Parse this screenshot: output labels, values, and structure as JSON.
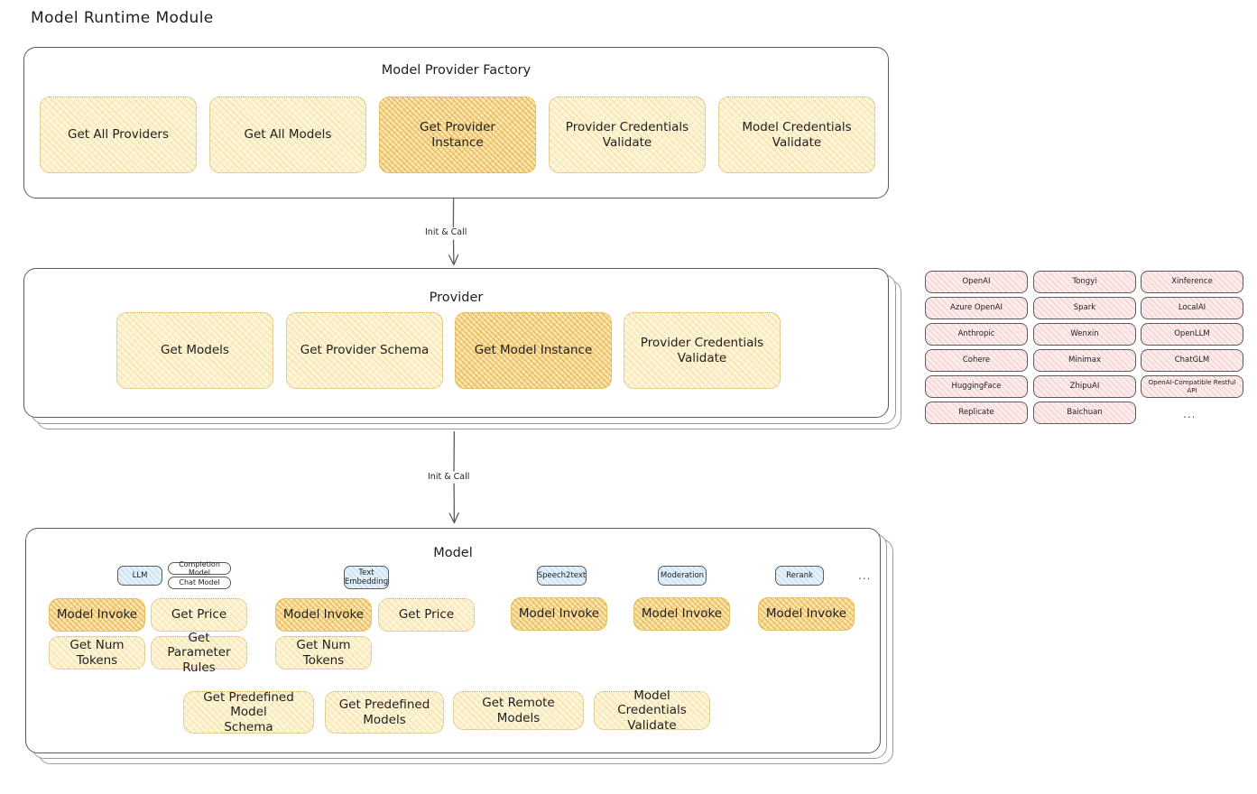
{
  "page": {
    "title": "Model Runtime Module",
    "background": "#ffffff",
    "accent_yellow": "#fdf6dd",
    "accent_yellow_strong": "#fbe6b4",
    "accent_blue": "#e5f1fb",
    "accent_pink": "#fdecec",
    "stroke": "#5b5b5b"
  },
  "factory": {
    "title": "Model Provider Factory",
    "boxes": [
      {
        "label": "Get All Providers",
        "highlighted": false
      },
      {
        "label": "Get All Models",
        "highlighted": false
      },
      {
        "label": "Get Provider\nInstance",
        "highlighted": true
      },
      {
        "label": "Provider Credentials\nValidate",
        "highlighted": false
      },
      {
        "label": "Model Credentials\nValidate",
        "highlighted": false
      }
    ]
  },
  "arrows": [
    {
      "label": "Init & Call",
      "from": "Model Provider Factory",
      "to": "Provider"
    },
    {
      "label": "Init & Call",
      "from": "Provider",
      "to": "Model"
    }
  ],
  "provider": {
    "title": "Provider",
    "boxes": [
      {
        "label": "Get Models",
        "highlighted": false
      },
      {
        "label": "Get Provider Schema",
        "highlighted": false
      },
      {
        "label": "Get Model Instance",
        "highlighted": true
      },
      {
        "label": "Provider Credentials\nValidate",
        "highlighted": false
      }
    ],
    "stack_layers": 3
  },
  "provider_list": {
    "columns": [
      [
        "OpenAI",
        "Azure OpenAI",
        "Anthropic",
        "Cohere",
        "HuggingFace",
        "Replicate"
      ],
      [
        "Tongyi",
        "Spark",
        "Wenxin",
        "Minimax",
        "ZhipuAI",
        "Baichuan"
      ],
      [
        "Xinference",
        "LocalAI",
        "OpenLLM",
        "ChatGLM",
        "OpenAI-Compatible Restful API"
      ]
    ],
    "more_indicator": "..."
  },
  "model": {
    "title": "Model",
    "stack_layers": 3,
    "more_indicator": "...",
    "types": [
      {
        "badge": "LLM",
        "tags": [
          "Completion Model",
          "Chat Model"
        ],
        "methods": [
          {
            "label": "Model Invoke",
            "highlighted": true
          },
          {
            "label": "Get Price",
            "highlighted": false
          },
          {
            "label": "Get Num Tokens",
            "highlighted": false
          },
          {
            "label": "Get Parameter\nRules",
            "highlighted": false
          }
        ]
      },
      {
        "badge": "Text\nEmbedding",
        "tags": [],
        "methods": [
          {
            "label": "Model Invoke",
            "highlighted": true
          },
          {
            "label": "Get Price",
            "highlighted": false
          },
          {
            "label": "Get Num Tokens",
            "highlighted": false
          }
        ]
      },
      {
        "badge": "Speech2text",
        "tags": [],
        "methods": [
          {
            "label": "Model Invoke",
            "highlighted": true
          }
        ]
      },
      {
        "badge": "Moderation",
        "tags": [],
        "methods": [
          {
            "label": "Model Invoke",
            "highlighted": true
          }
        ]
      },
      {
        "badge": "Rerank",
        "tags": [],
        "methods": [
          {
            "label": "Model Invoke",
            "highlighted": true
          }
        ]
      }
    ],
    "shared_methods": [
      "Get Predefined Model\nSchema",
      "Get Predefined\nModels",
      "Get Remote Models",
      "Model Credentials\nValidate"
    ]
  }
}
